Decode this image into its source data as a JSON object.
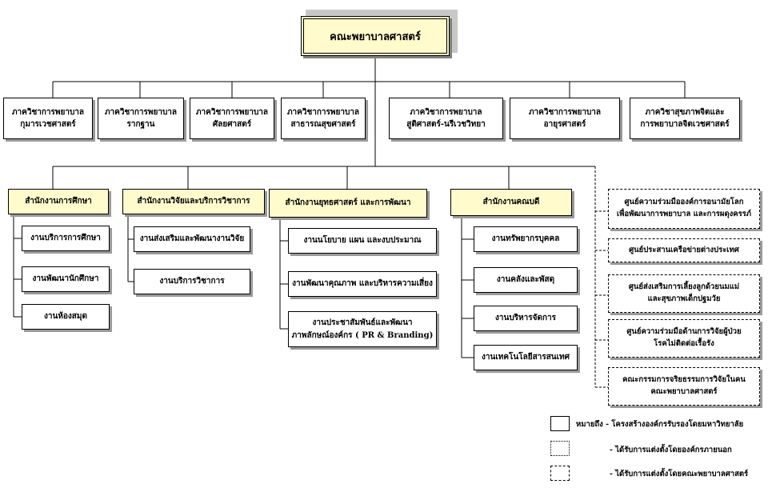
{
  "root": {
    "title": "คณะพยาบาลศาสตร์"
  },
  "departments": [
    "ภาควิชาการพยาบาล\nกุมารเวชศาสตร์",
    "ภาควิชาการพยาบาล\nรากฐาน",
    "ภาควิชาการพยาบาล\nศัลยศาสตร์",
    "ภาควิชาการพยาบาล\nสาธารณสุขศาสตร์",
    "ภาควิชาการพยาบาล\nสูติศาสตร์-นรีเวชวิทยา",
    "ภาควิชาการพยาบาล\nอายุรศาสตร์",
    "ภาควิชาสุขภาพจิตและ\nการพยาบาลจิตเวชศาสตร์"
  ],
  "offices": [
    {
      "title": "สำนักงานการศึกษา",
      "units": [
        "งานบริการการศึกษา",
        "งานพัฒนานักศึกษา",
        "งานห้องสมุด"
      ]
    },
    {
      "title": "สำนักงานวิจัยและบริการวิชาการ",
      "units": [
        "งานส่งเสริมและพัฒนางานวิจัย",
        "งานบริการวิชาการ"
      ]
    },
    {
      "title": "สำนักงานยุทธศาสตร์ และการพัฒนา",
      "units": [
        "งานนโยบาย แผน และงบประมาณ",
        "งานพัฒนาคุณภาพ และบริหารความเสี่ยง",
        "งานประชาสัมพันธ์และพัฒนา\nภาพลักษณ์องค์กร ( PR & Branding)"
      ]
    },
    {
      "title": "สำนักงานคณบดี",
      "units": [
        "งานทรัพยากรบุคคล",
        "งานคลังและพัสดุ",
        "งานบริหารจัดการ",
        "งานเทคโนโลยีสารสนเทศ"
      ]
    }
  ],
  "centers": [
    "ศูนย์ความร่วมมือองค์การอนามัยโลก\nเพื่อพัฒนาการพยาบาล และการผดุงครรภ์",
    "ศูนย์ประสานเครือข่ายต่างประเทศ",
    "ศูนย์ส่งเสริมการเลี้ยงลูกด้วยนมแม่\nและสุขภาพเด็กปฐมวัย",
    "ศูนย์ความร่วมมือด้านการวิจัยผู้ป่วย\nโรคไม่ติดต่อเรื้อรัง",
    "คณะกรรมการจริยธรรมการวิจัยในคน\nคณะพยาบาลศาสตร์"
  ],
  "legend": [
    "หมายถึง - โครงสร้างองค์กรรับรองโดยมหาวิทยาลัย",
    "- ได้รับการแต่งตั้งโดยองค์กรภายนอก",
    "- ได้รับการแต่งตั้งโดยคณะพยาบาลศาสตร์"
  ]
}
